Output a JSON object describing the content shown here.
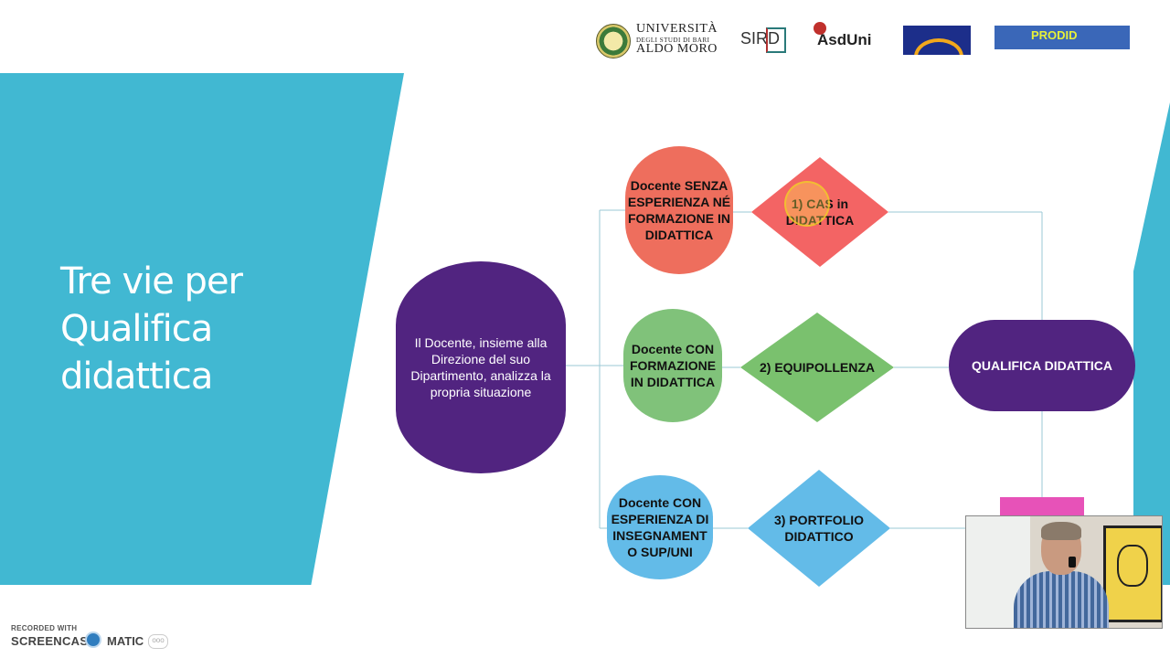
{
  "header": {
    "logos": {
      "uniba_line1": "UNIVERSITÀ",
      "uniba_line2": "DEGLI STUDI DI BARI",
      "uniba_line3": "ALDO MORO",
      "sird": "SIRD",
      "asduni": "AsdUni",
      "prodid": "PRODID"
    }
  },
  "slide": {
    "title": "Tre vie per Qualifica didattica",
    "flowchart": {
      "start": "Il Docente, insieme alla Direzione del suo Dipartimento, analizza la propria situazione",
      "path1_condition": "Docente SENZA ESPERIENZA NÉ FORMAZIONE IN DIDATTICA",
      "path1_step": "1) CAS in DIDATTICA",
      "path2_condition": "Docente CON FORMAZIONE IN DIDATTICA",
      "path2_step": "2) EQUIPOLLENZA",
      "path3_condition": "Docente CON ESPERIENZA DI INSEGNAMENT O SUP/UNI",
      "path3_step": "3) PORTFOLIO DIDATTICO",
      "result": "QUALIFICA DIDATTICA"
    },
    "colors": {
      "teal": "#41b8d2",
      "purple": "#512480",
      "red": "#ee6e5d",
      "green": "#80c27a",
      "blue": "#63bbe8",
      "pink": "#e752b8"
    }
  },
  "watermark": {
    "recorded_with": "RECORDED WITH",
    "brand_left": "SCREENCAST",
    "brand_right": "MATIC",
    "more": "ooo"
  }
}
